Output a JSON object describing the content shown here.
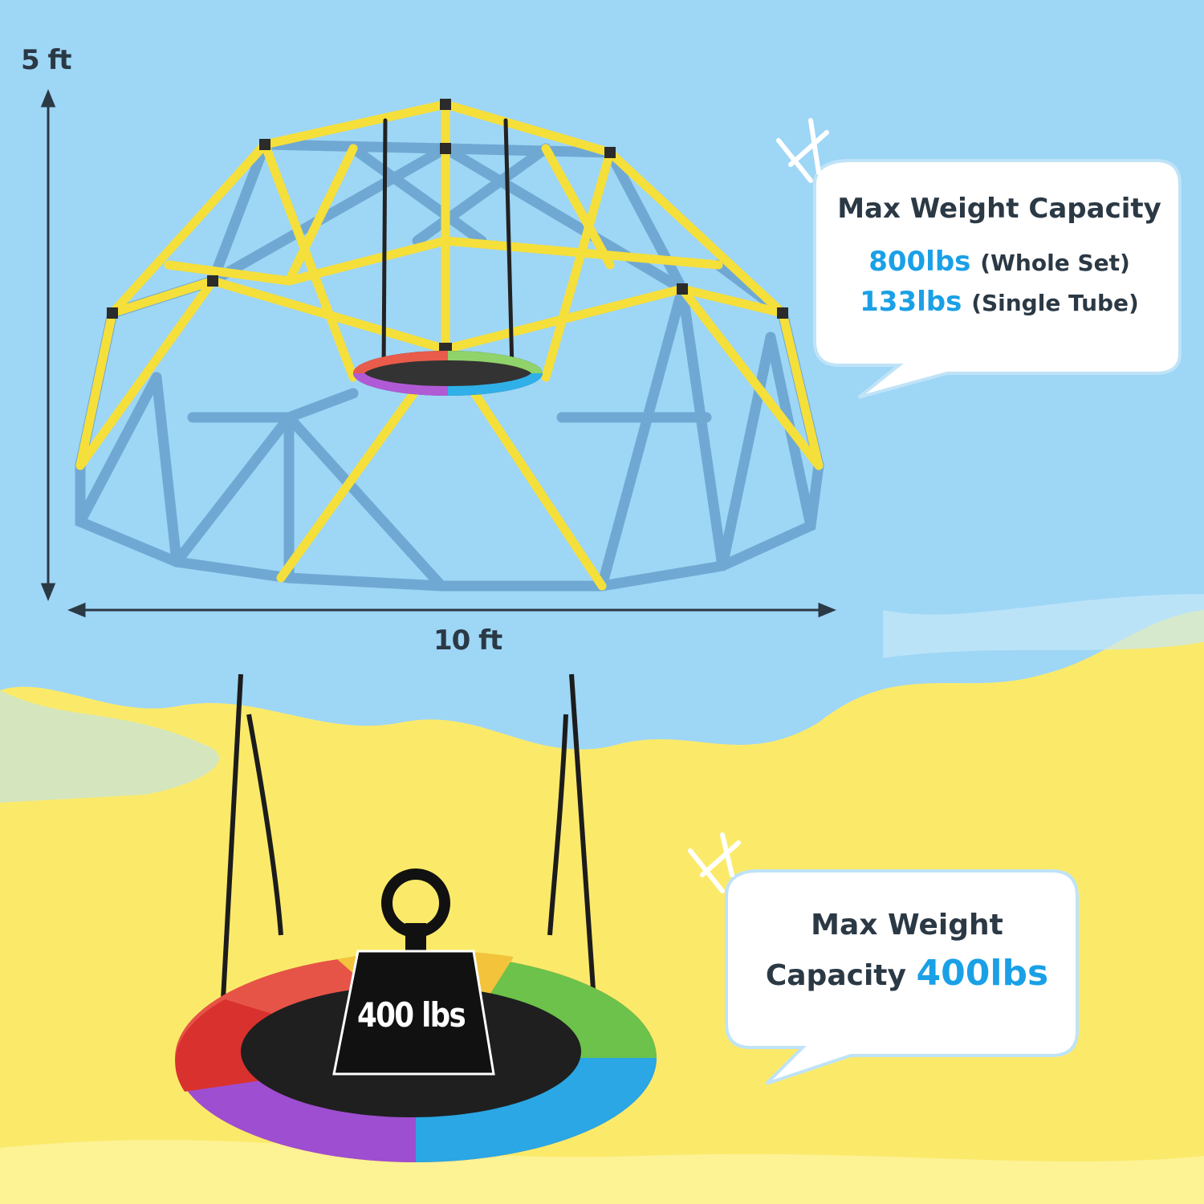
{
  "dimensions": {
    "height": "5 ft",
    "width": "10 ft"
  },
  "dome_callout": {
    "title": "Max Weight Capacity",
    "line1_value": "800lbs",
    "line1_note": "(Whole Set)",
    "line2_value": "133lbs",
    "line2_note": "(Single Tube)"
  },
  "swing_callout": {
    "line1": "Max Weight",
    "line2_prefix": "Capacity",
    "value": "400lbs"
  },
  "swing_weight": {
    "label": "400 lbs"
  },
  "colors": {
    "sky_blue": "#9ed6f6",
    "sun_yellow": "#fbea6a",
    "frame_blue": "#6fa9d3",
    "frame_yellow": "#f5df3a",
    "text_dark": "#2b3945",
    "highlight": "#1aa0e6"
  }
}
